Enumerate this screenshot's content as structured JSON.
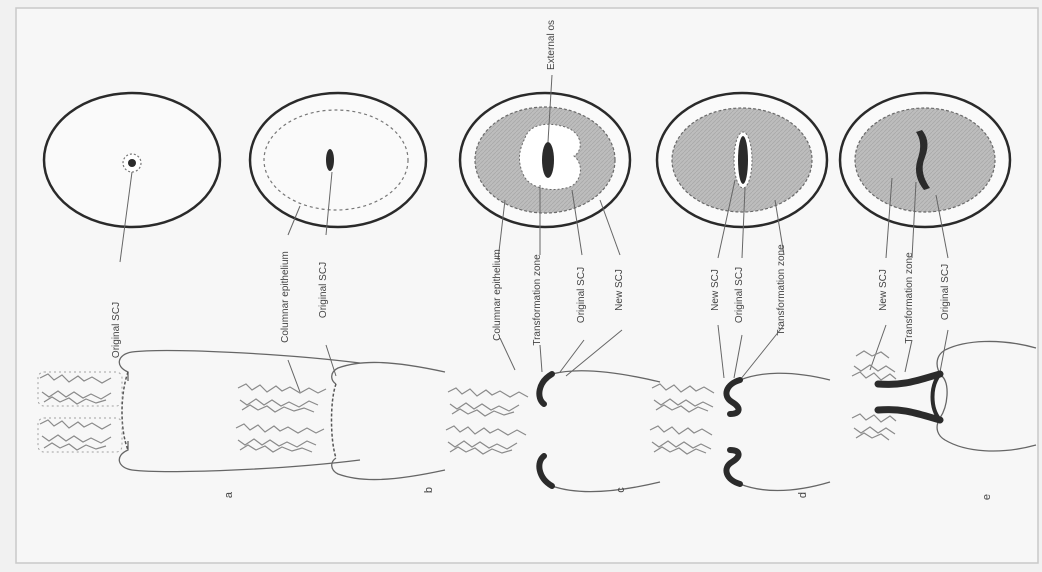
{
  "figure": {
    "panels": [
      {
        "letter": "a",
        "labels": [
          "Original SCJ"
        ]
      },
      {
        "letter": "b",
        "labels": [
          "Columnar epithelium",
          "Original SCJ"
        ]
      },
      {
        "letter": "c",
        "labels": [
          "Columnar epithelium",
          "Transformation zone",
          "Original SCJ",
          "New SCJ"
        ],
        "os_label": "External os"
      },
      {
        "letter": "d",
        "labels": [
          "New SCJ",
          "Original SCJ",
          "Transformation zone"
        ]
      },
      {
        "letter": "e",
        "labels": [
          "New SCJ",
          "Transformation zone",
          "Original SCJ"
        ]
      }
    ]
  },
  "style": {
    "paper": "#f7f7f7",
    "ink": "#2a2a2a",
    "zone_fill": "#bcbcbc",
    "dark_epithelium": "#2b2b2b"
  }
}
